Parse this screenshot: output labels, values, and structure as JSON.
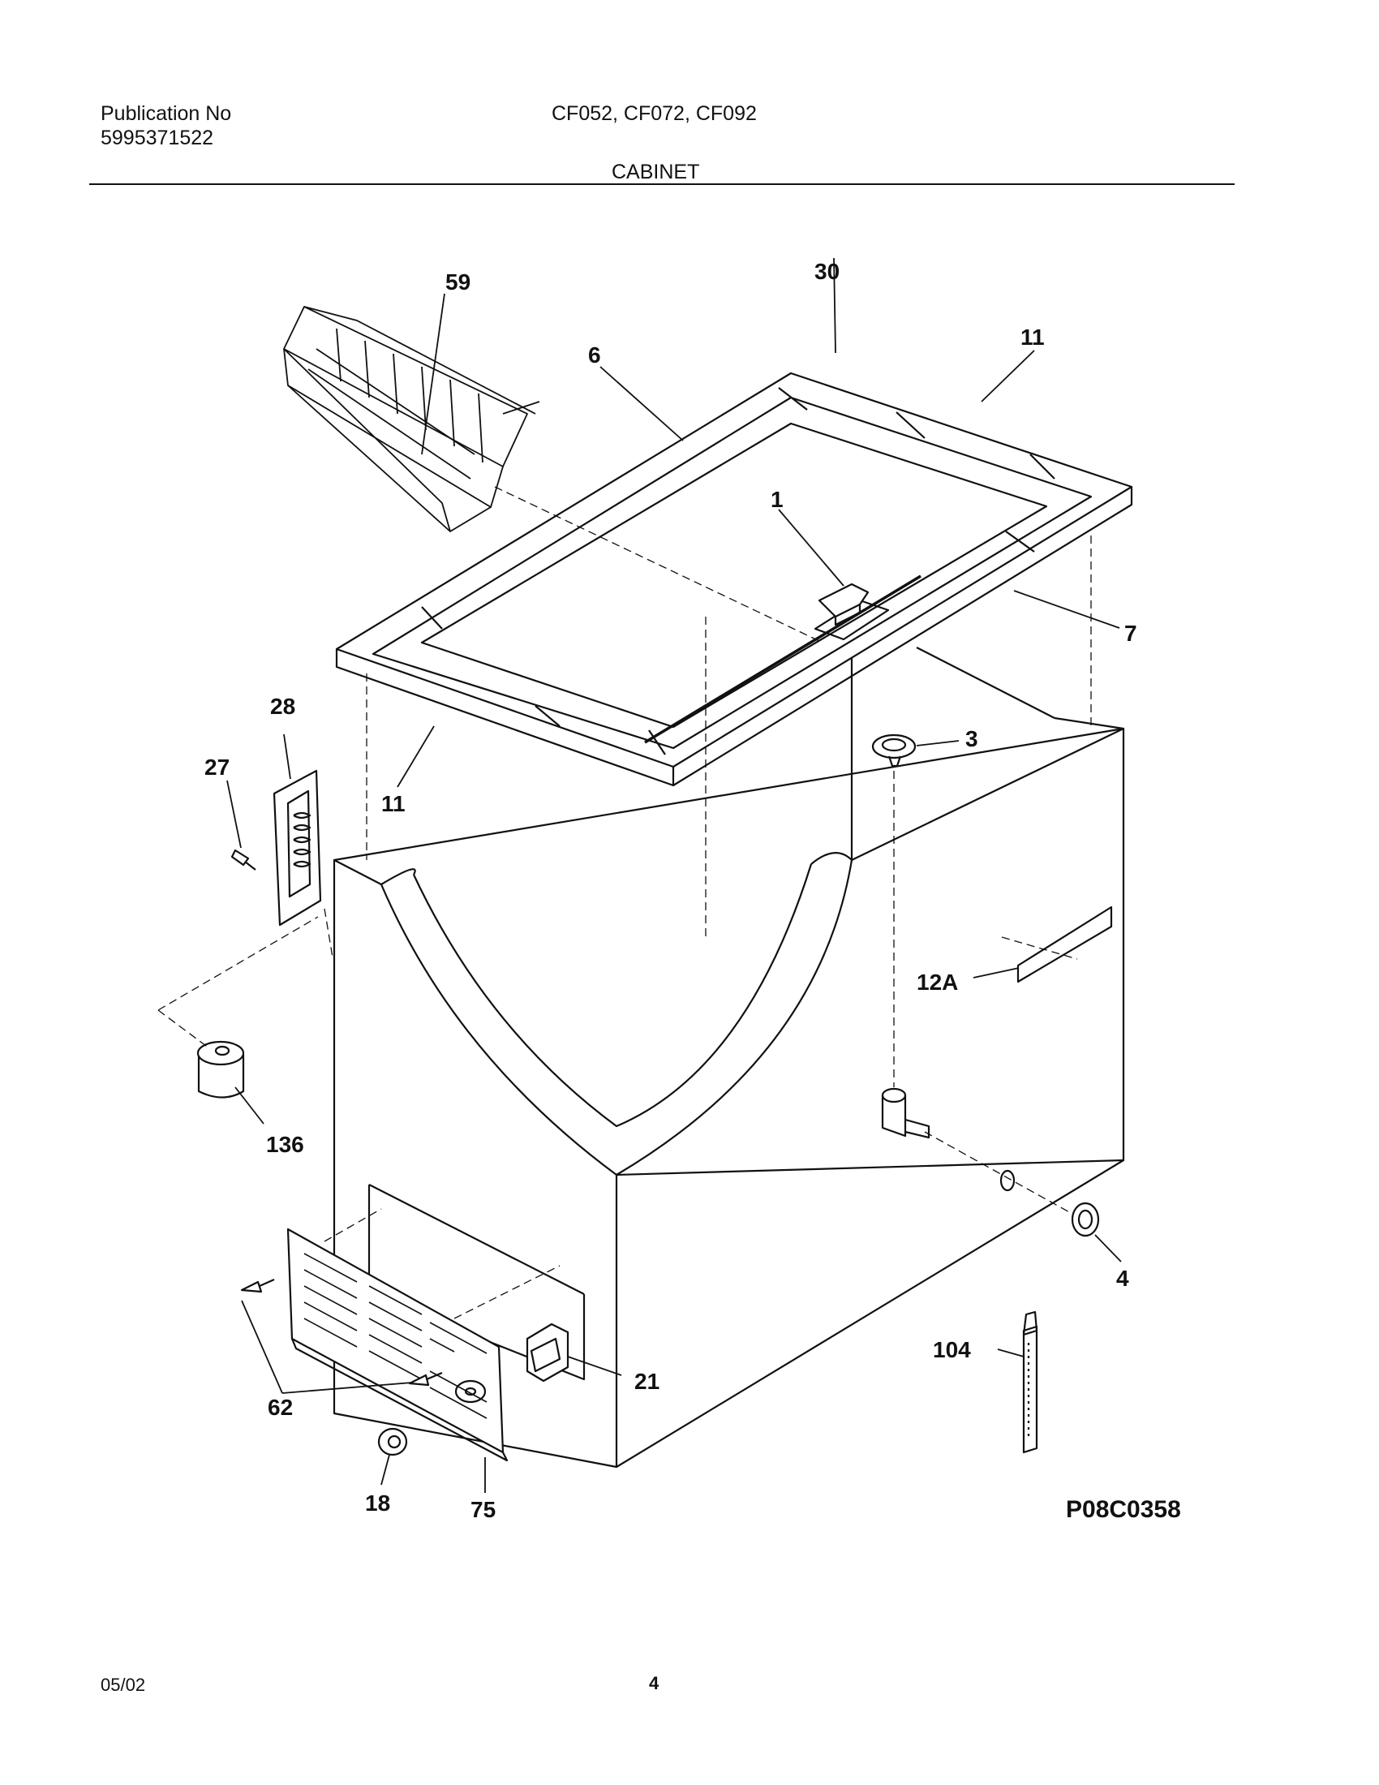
{
  "header": {
    "publication_label": "Publication No",
    "publication_number": "5995371522",
    "models": "CF052, CF072, CF092",
    "section_title": "CABINET"
  },
  "diagram": {
    "callouts": [
      "59",
      "30",
      "6",
      "11",
      "1",
      "7",
      "28",
      "27",
      "11",
      "3",
      "12A",
      "136",
      "4",
      "21",
      "104",
      "62",
      "18",
      "75"
    ],
    "drawing_code": "P08C0358"
  },
  "footer": {
    "date": "05/02",
    "page": "4"
  }
}
